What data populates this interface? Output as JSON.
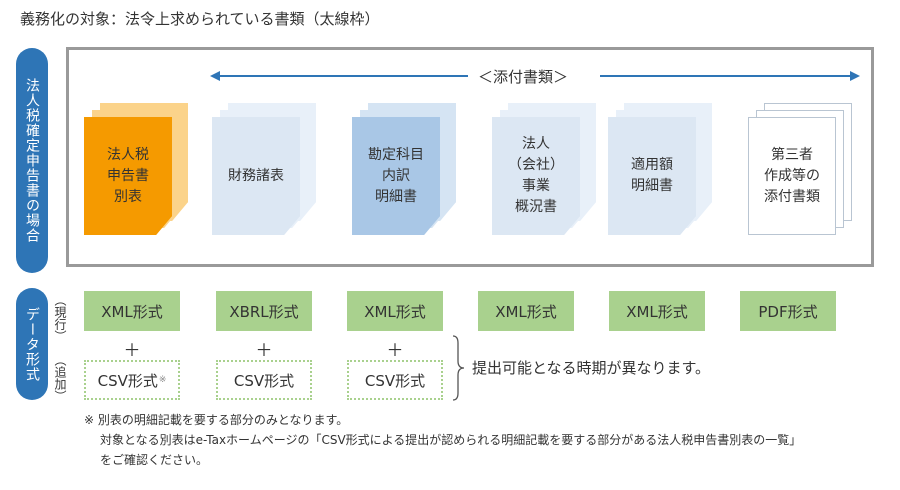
{
  "title": "義務化の対象：法令上求められている書類（太線枠）",
  "side_labels": {
    "return": "法人税確定申告書の場合",
    "format": "データ形式"
  },
  "row_labels": {
    "current": "︵現行︶",
    "added": "︵追加︶"
  },
  "attachment_label": "＜添付書類＞",
  "documents": [
    {
      "label": "法人税\n申告書\n別表",
      "color": "#f59a00",
      "back_color": "#fbd38a"
    },
    {
      "label": "財務諸表",
      "color": "#dce7f3",
      "back_color": "#e8f0f9"
    },
    {
      "label": "勘定科目\n内訳\n明細書",
      "color": "#a9c7e6",
      "back_color": "#d5e4f3"
    },
    {
      "label": "法人\n（会社）\n事業\n概況書",
      "color": "#dce7f3",
      "back_color": "#e8f0f9"
    },
    {
      "label": "適用額\n明細書",
      "color": "#dce7f3",
      "back_color": "#e8f0f9"
    },
    {
      "label": "第三者\n作成等の\n添付書類",
      "color": "#ffffff",
      "back_color": "#ffffff"
    }
  ],
  "formats": [
    "XML形式",
    "XBRL形式",
    "XML形式",
    "XML形式",
    "XML形式",
    "PDF形式"
  ],
  "plus": "＋",
  "csv": {
    "label": "CSV形式",
    "mark": "※"
  },
  "brace_text": "提出可能となる時期が異なります。",
  "notes": [
    "※ 別表の明細記載を要する部分のみとなります。",
    "対象となる別表はe-Taxホームページの「CSV形式による提出が認められる明細記載を要する部分がある法人税申告書別表の一覧」",
    "をご確認ください。"
  ],
  "colors": {
    "accent": "#2e75b6",
    "green": "#a9d18e",
    "frame": "#9a9a9a"
  }
}
